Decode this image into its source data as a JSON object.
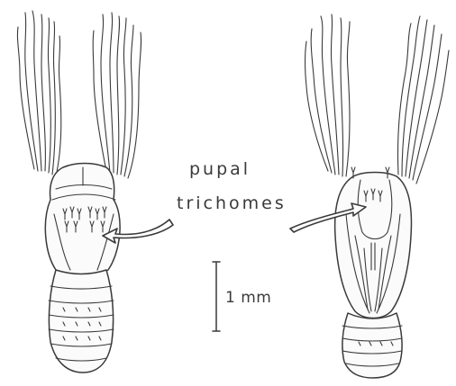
{
  "figure": {
    "callout_line1": "pupal",
    "callout_line2": "trichomes",
    "scale_label": "1 mm"
  },
  "colors": {
    "ink": "#3a3a3a",
    "background": "#ffffff"
  }
}
